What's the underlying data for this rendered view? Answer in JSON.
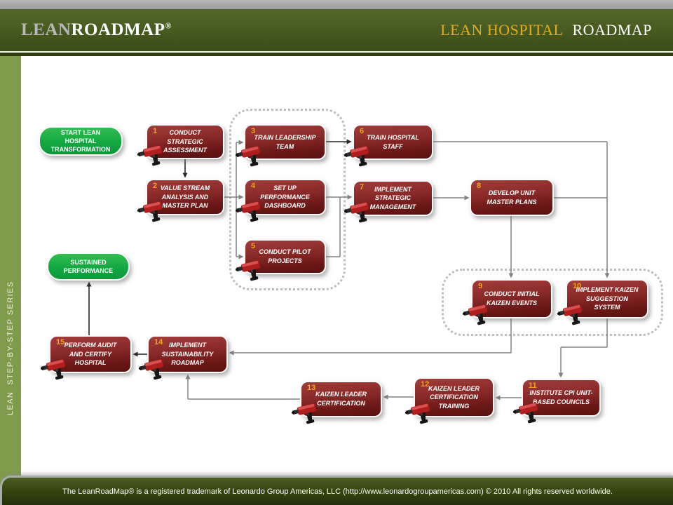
{
  "header": {
    "logo": {
      "lean": "LEAN",
      "roadmap": "ROADMAP",
      "reg": "®"
    },
    "title": {
      "lean_hospital": "LEAN HOSPITAL",
      "roadmap": "ROADMAP"
    }
  },
  "sidebar": {
    "series_label": "LEAN  STEP-BY-STEP SERIES"
  },
  "diagram": {
    "start_node": {
      "label": "START LEAN HOSPITAL TRANSFORMATION"
    },
    "end_node": {
      "label": "SUSTAINED PERFORMANCE"
    },
    "steps": [
      {
        "num": "1",
        "label": "CONDUCT STRATEGIC ASSESSMENT"
      },
      {
        "num": "2",
        "label": "VALUE STREAM ANALYSIS AND MASTER PLAN"
      },
      {
        "num": "3",
        "label": "TRAIN LEADERSHIP TEAM"
      },
      {
        "num": "4",
        "label": "SET UP PERFORMANCE DASHBOARD"
      },
      {
        "num": "5",
        "label": "CONDUCT PILOT PROJECTS"
      },
      {
        "num": "6",
        "label": "TRAIN HOSPITAL STAFF"
      },
      {
        "num": "7",
        "label": "IMPLEMENT STRATEGIC MANAGEMENT"
      },
      {
        "num": "8",
        "label": "DEVELOP UNIT MASTER PLANS"
      },
      {
        "num": "9",
        "label": "CONDUCT INITIAL KAIZEN EVENTS"
      },
      {
        "num": "10",
        "label": "IMPLEMENT KAIZEN SUGGESTION SYSTEM"
      },
      {
        "num": "11",
        "label": "INSTITUTE CPI UNIT-BASED COUNCILS"
      },
      {
        "num": "12",
        "label": "KAIZEN LEADER CERTIFICATION TRAINING"
      },
      {
        "num": "13",
        "label": "KAIZEN LEADER CERTIFICATION"
      },
      {
        "num": "14",
        "label": "IMPLEMENT SUSTAINABILITY ROADMAP"
      },
      {
        "num": "15",
        "label": "PERFORM AUDIT AND CERTIFY HOSPITAL"
      }
    ]
  },
  "colors": {
    "accent_gold": "#f2a51c",
    "box_red_top": "#a13c3a",
    "box_red_bottom": "#591110",
    "green_top": "#31bd50",
    "green_bottom": "#0c9739",
    "header_olive": "#46591f",
    "sidebar_olive": "#7e9b4b",
    "wire_gray": "#828282",
    "wire_black": "#262626"
  },
  "footer": {
    "text": "The LeanRoadMap®  is a registered trademark of Leonardo Group Americas, LLC (http://www.leonardogroupamericas.com) © 2010 All rights reserved worldwide."
  }
}
